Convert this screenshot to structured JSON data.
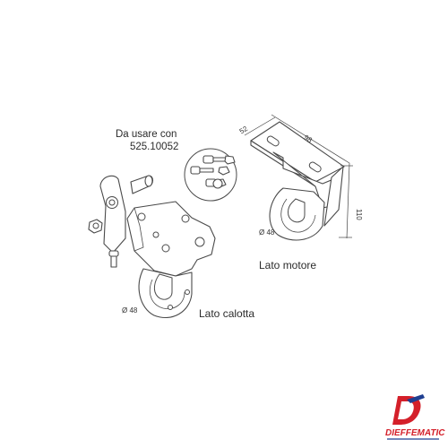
{
  "labels": {
    "da_usare_line1": "Da usare con",
    "da_usare_line2": "525.10052",
    "lato_motore": "Lato motore",
    "lato_calotta": "Lato calotta",
    "diam_motore": "Ø 48",
    "diam_calotta": "Ø 48"
  },
  "dimensions": {
    "depth": "52",
    "width": "98",
    "height": "110"
  },
  "brand": {
    "name": "DIEFFEMATIC",
    "color_red": "#d4202a",
    "color_blue": "#1f3f91"
  }
}
